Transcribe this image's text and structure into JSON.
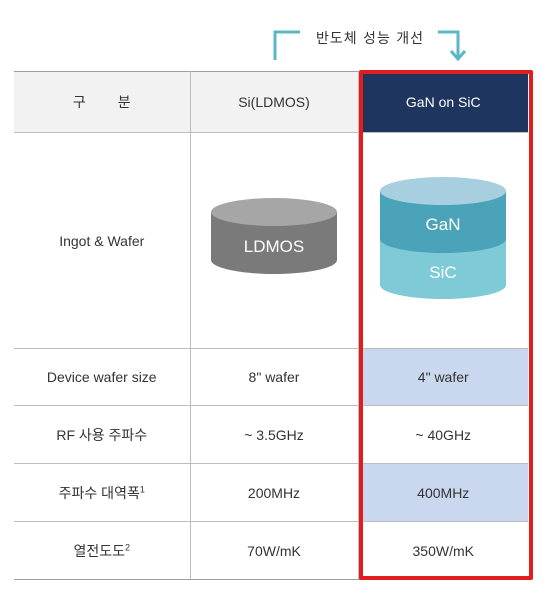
{
  "callout": {
    "text": "반도체 성능 개선",
    "color": "#5ab8c4"
  },
  "table": {
    "header": {
      "col1": "구 분",
      "col2": "Si(LDMOS)",
      "col3": "GaN on SiC"
    },
    "ingot_row": {
      "label": "Ingot & Wafer",
      "ldmos_label": "LDMOS",
      "gan_label": "GaN",
      "sic_label": "SiC"
    },
    "rows": [
      {
        "label": "Device wafer size",
        "si": "8\" wafer",
        "gan": "4\" wafer"
      },
      {
        "label": "RF 사용 주파수",
        "si": "~ 3.5GHz",
        "gan": "~ 40GHz"
      },
      {
        "label": "주파수 대역폭",
        "label_sup": "1",
        "si": "200MHz",
        "gan": "400MHz"
      },
      {
        "label": "열전도도",
        "label_sup": "2",
        "si": "70W/mK",
        "gan": "350W/mK"
      }
    ]
  },
  "colors": {
    "header_highlight": "#1e3560",
    "highlight_cell": "#c9d8ee",
    "highlight_border": "#e21d1d",
    "ldmos_cylinder": "#7a7a7a",
    "gan_layer": "#4aa3b8",
    "sic_layer": "#7ecad6"
  }
}
